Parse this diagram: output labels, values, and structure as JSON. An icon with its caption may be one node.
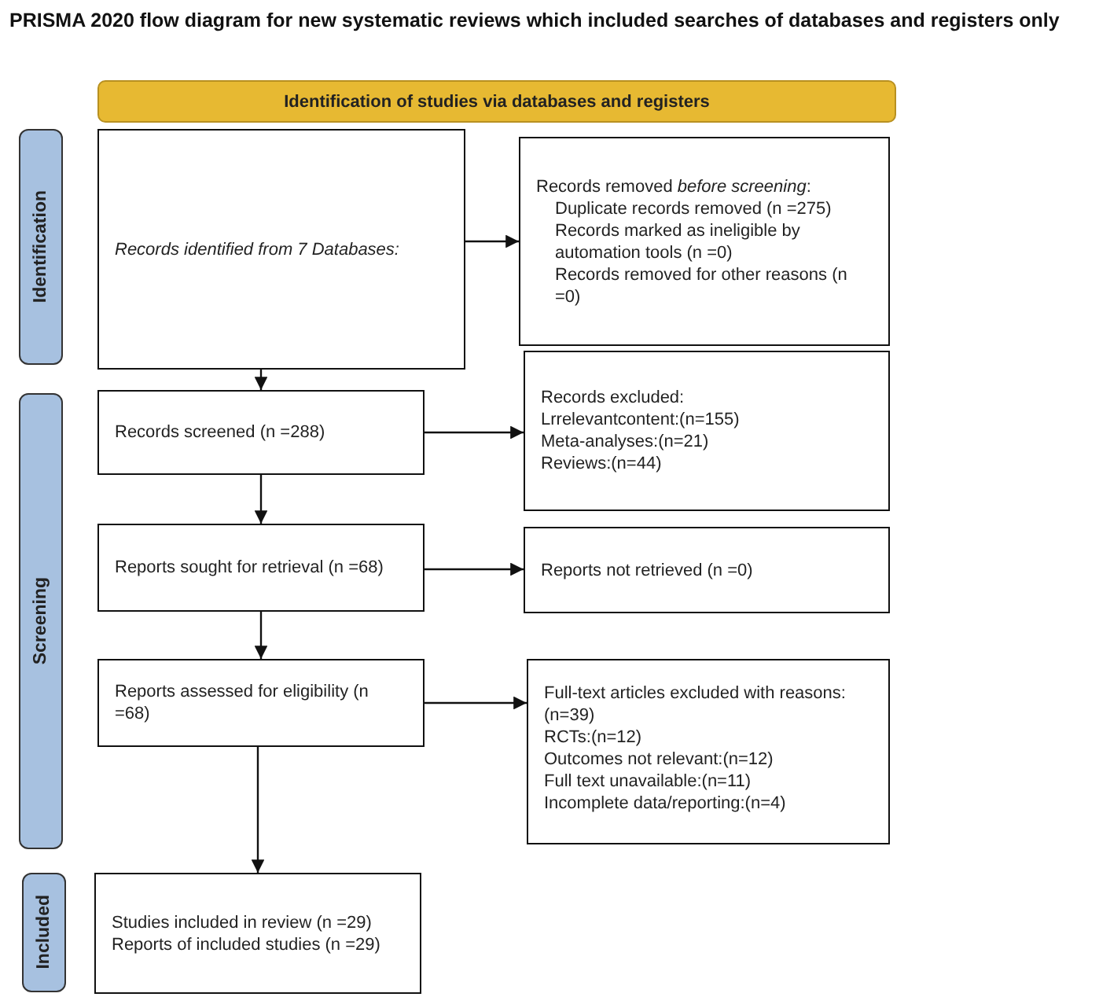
{
  "diagram": {
    "title": "PRISMA 2020 flow diagram for new systematic reviews which included searches of databases and registers only",
    "nodes": [
      {
        "text": [
          "Identification of studies via databases and registers"
        ]
      },
      {
        "text": [
          "Identification"
        ]
      },
      {
        "text": [
          "Screening"
        ]
      },
      {
        "text": [
          "Included"
        ]
      },
      {
        "text": [
          "Records identified from 7 Databases:"
        ]
      },
      {
        "text": [
          "Records removed *before screening*:",
          "Duplicate records removed (n =275)",
          "Records marked as ineligible by automation tools (n =0)",
          "Records removed for other reasons (n =0)"
        ]
      },
      {
        "text": [
          "Records screened (n =288)"
        ]
      },
      {
        "text": [
          "Records excluded:",
          "Lrrelevantcontent:(n=155)",
          "Meta-analyses:(n=21)",
          "Reviews:(n=44)"
        ]
      },
      {
        "text": [
          "Reports sought for retrieval (n =68)"
        ]
      },
      {
        "text": [
          "Reports not retrieved (n =0)"
        ]
      },
      {
        "text": [
          "Reports assessed for eligibility (n =68)"
        ]
      },
      {
        "text": [
          "Full-text articles excluded with reasons:(n=39)",
          "RCTs:(n=12)",
          "Outcomes not relevant:(n=12)",
          "Full text unavailable:(n=11)",
          "Incomplete data/reporting:(n=4)"
        ]
      },
      {
        "text": [
          "Studies included in review (n =29)",
          "Reports of included studies (n =29)"
        ]
      }
    ],
    "edges": [
      {
        "from": 4,
        "to": 5,
        "arrow": "to"
      },
      {
        "from": 4,
        "to": 6,
        "arrow": "to"
      },
      {
        "from": 6,
        "to": 7,
        "arrow": "to"
      },
      {
        "from": 6,
        "to": 8,
        "arrow": "to"
      },
      {
        "from": 8,
        "to": 9,
        "arrow": "to"
      },
      {
        "from": 8,
        "to": 10,
        "arrow": "to"
      },
      {
        "from": 10,
        "to": 11,
        "arrow": "to"
      },
      {
        "from": 10,
        "to": 12,
        "arrow": "to"
      }
    ]
  }
}
